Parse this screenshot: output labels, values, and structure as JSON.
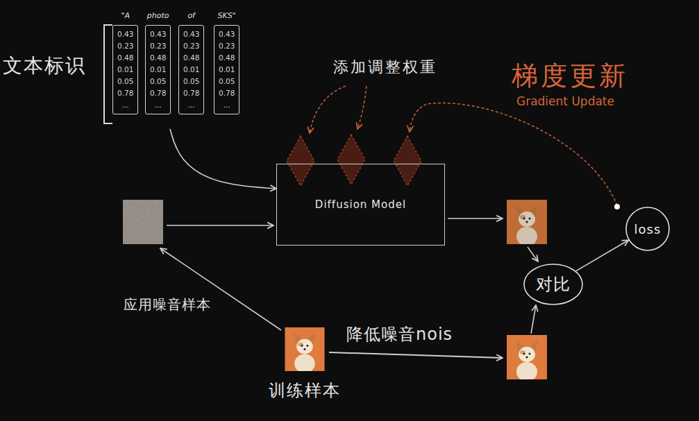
{
  "diagram": {
    "nodes": [
      {
        "text": [
          "文本标识"
        ]
      },
      {
        "text": [
          "\"A",
          "0.43 0.23 0.48 0.01 0.05 0.78 ..."
        ],
        "in": 0
      },
      {
        "text": [
          "photo",
          "0.43 0.23 0.48 0.01 0.05 0.78 ..."
        ],
        "in": 0
      },
      {
        "text": [
          "of",
          "0.43 0.23 0.48 0.01 0.05 0.78 ..."
        ],
        "in": 0
      },
      {
        "text": [
          "SKS\"",
          "0.43 0.23 0.48 0.01 0.05 0.78 ..."
        ],
        "in": 0
      },
      {
        "text": [
          "Diffusion Model"
        ]
      },
      {
        "text": [
          "loss"
        ]
      },
      {
        "text": [
          "对比"
        ]
      },
      {
        "text": [
          "训练样本"
        ]
      }
    ],
    "edges": [
      {
        "from": 0,
        "to": 5,
        "arrow": "to"
      },
      {
        "from": 7,
        "to": 6,
        "arrow": "to"
      }
    ],
    "labels": [
      "添加调整权重",
      "梯度更新",
      "Gradient Update",
      "应用噪音样本",
      "降低噪音nois"
    ]
  }
}
